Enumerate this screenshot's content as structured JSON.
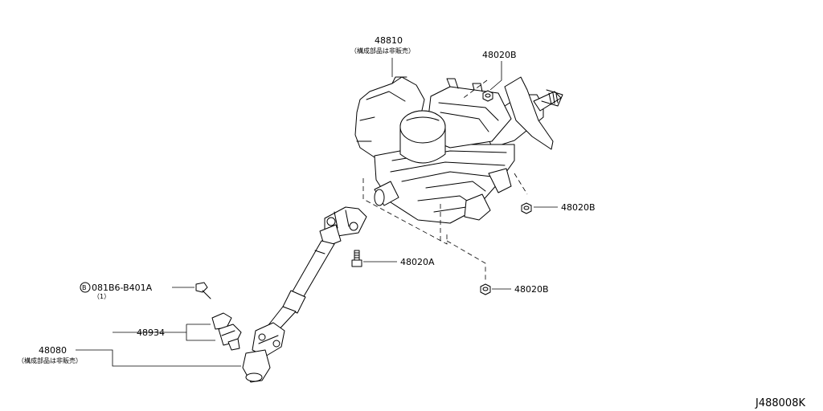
{
  "labels": {
    "column_assembly": "48810",
    "column_assembly_note": "（構成部品は非販売）",
    "nut_top": "48020B",
    "nut_right": "48020B",
    "nut_bottom": "48020B",
    "bolt": "48020A",
    "bolt_circled_prefix": "B",
    "bolt_small": "081B6-B401A",
    "bolt_small_qty": "（1）",
    "joint_assembly": "48080",
    "joint_assembly_note": "（構成部品は非販売）",
    "boot": "48934",
    "drawing_code": "J488008K"
  }
}
